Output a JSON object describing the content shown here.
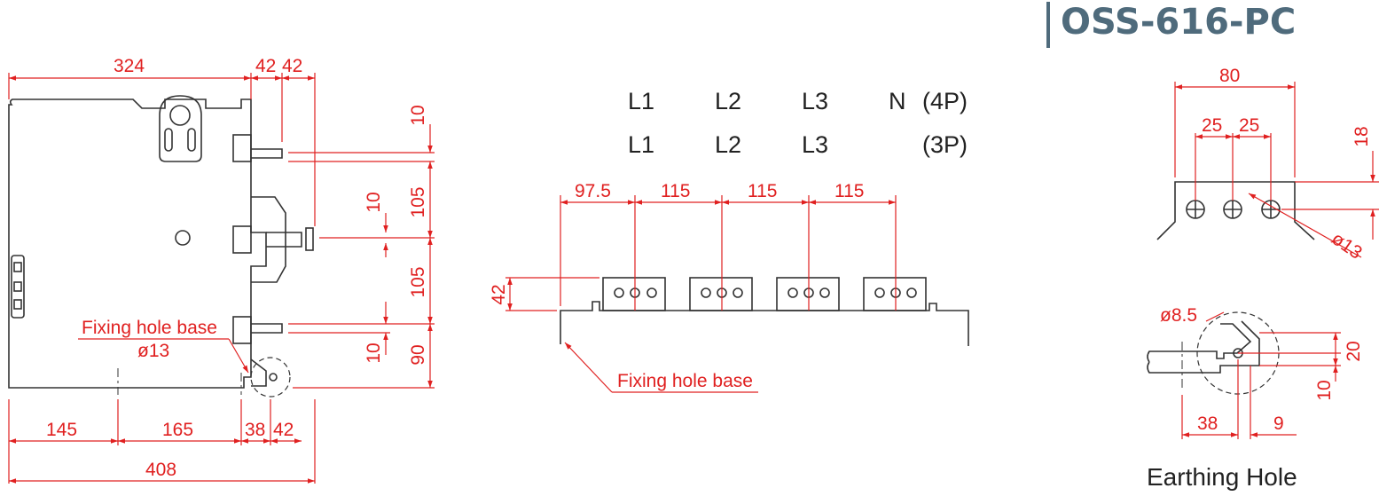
{
  "title": "OSS-616-PC",
  "front_view": {
    "top_dims": [
      "324",
      "42",
      "42"
    ],
    "right_dims": [
      "10",
      "105",
      "105",
      "90"
    ],
    "inner_dims": [
      "10",
      "10"
    ],
    "bottom_dims": [
      "145",
      "165",
      "38",
      "42"
    ],
    "overall_width": "408",
    "fixing_label": "Fixing hole base",
    "fixing_dia": "ø13"
  },
  "side_view": {
    "phase_row_4p": [
      "L1",
      "L2",
      "L3",
      "N",
      "(4P)"
    ],
    "phase_row_3p": [
      "L1",
      "L2",
      "L3",
      "(3P)"
    ],
    "spacing_dims": [
      "97.5",
      "115",
      "115",
      "115"
    ],
    "height_dim": "42",
    "fixing_label": "Fixing hole base"
  },
  "terminal_detail": {
    "width": "80",
    "pitch": [
      "25",
      "25"
    ],
    "height": "18",
    "hole_dia": "ø13"
  },
  "earthing_detail": {
    "hole_dia": "ø8.5",
    "v_dims": [
      "20",
      "10"
    ],
    "h_dims": [
      "38",
      "9"
    ],
    "caption": "Earthing Hole"
  },
  "colors": {
    "dimension": "#e02020",
    "outline": "#333333",
    "title": "#4f6b7c"
  }
}
